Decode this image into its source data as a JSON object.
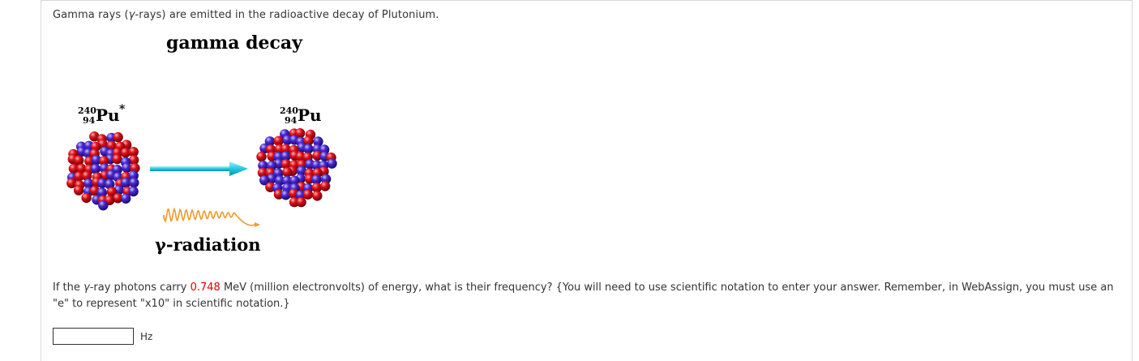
{
  "intro": {
    "before": "Gamma rays (",
    "gamma_symbol": "γ",
    "after": "-rays) are emitted in the radioactive decay of Plutonium."
  },
  "diagram": {
    "title": "gamma decay",
    "parent": {
      "mass": "240",
      "atomic": "94",
      "symbol": "Pu",
      "mark": "*"
    },
    "daughter": {
      "mass": "240",
      "atomic": "94",
      "symbol": "Pu"
    },
    "radiation_label": "γ-radiation",
    "colors": {
      "proton": "#e0101a",
      "neutron": "#4b2ad0",
      "arrow": "#33d6e8",
      "wave": "#f09a2a"
    }
  },
  "question": {
    "part1": "If the ",
    "gamma_symbol": "γ",
    "part2": "-ray photons carry ",
    "energy_value": "0.748",
    "part3": " MeV (million electronvolts) of energy, what is their frequency? {You will need to use scientific notation to enter your answer. Remember, in WebAssign, you must use an \"e\" to represent \"x10\" in scientific notation.}"
  },
  "answer": {
    "value": "",
    "unit": "Hz"
  }
}
